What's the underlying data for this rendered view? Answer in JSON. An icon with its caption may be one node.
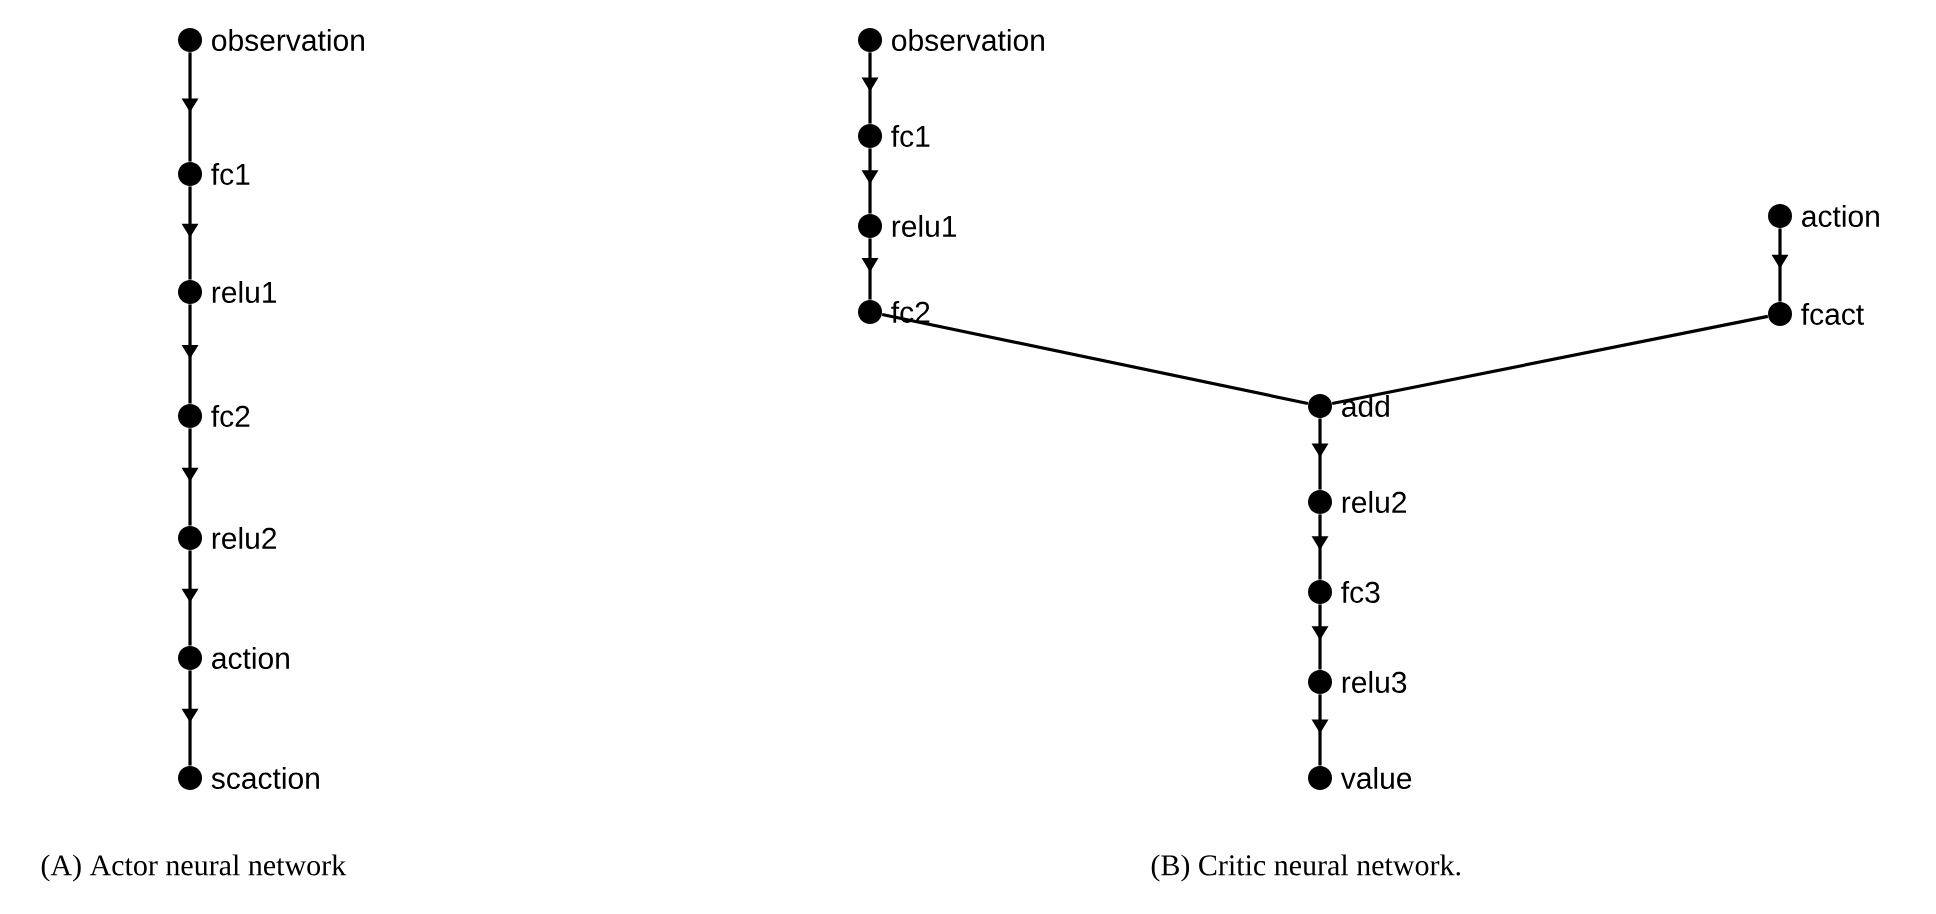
{
  "diagram": {
    "nodes": [
      {
        "text": [
          "observation"
        ]
      },
      {
        "text": [
          "fc1"
        ]
      },
      {
        "text": [
          "relu1"
        ]
      },
      {
        "text": [
          "fc2"
        ]
      },
      {
        "text": [
          "relu2"
        ]
      },
      {
        "text": [
          "action"
        ]
      },
      {
        "text": [
          "scaction"
        ]
      },
      {
        "text": [
          "observation"
        ]
      },
      {
        "text": [
          "fc1"
        ]
      },
      {
        "text": [
          "relu1"
        ]
      },
      {
        "text": [
          "fc2"
        ]
      },
      {
        "text": [
          "action"
        ]
      },
      {
        "text": [
          "fcact"
        ]
      },
      {
        "text": [
          "add"
        ]
      },
      {
        "text": [
          "relu2"
        ]
      },
      {
        "text": [
          "fc3"
        ]
      },
      {
        "text": [
          "relu3"
        ]
      },
      {
        "text": [
          "value"
        ]
      }
    ],
    "edges": [
      {
        "from": 0,
        "to": 1,
        "arrow": "to"
      },
      {
        "from": 1,
        "to": 2,
        "arrow": "to"
      },
      {
        "from": 2,
        "to": 3,
        "arrow": "to"
      },
      {
        "from": 3,
        "to": 4,
        "arrow": "to"
      },
      {
        "from": 4,
        "to": 5,
        "arrow": "to"
      },
      {
        "from": 5,
        "to": 6,
        "arrow": "to"
      },
      {
        "from": 7,
        "to": 8,
        "arrow": "to"
      },
      {
        "from": 8,
        "to": 9,
        "arrow": "to"
      },
      {
        "from": 9,
        "to": 10,
        "arrow": "to"
      },
      {
        "from": 11,
        "to": 12,
        "arrow": "to"
      },
      {
        "from": 10,
        "to": 13,
        "arrow": "none"
      },
      {
        "from": 12,
        "to": 13,
        "arrow": "none"
      },
      {
        "from": 13,
        "to": 14,
        "arrow": "to"
      },
      {
        "from": 14,
        "to": 15,
        "arrow": "to"
      },
      {
        "from": 15,
        "to": 16,
        "arrow": "to"
      },
      {
        "from": 16,
        "to": 17,
        "arrow": "to"
      }
    ],
    "labels": [
      "(A) Actor neural network",
      "(B) Critic neural network."
    ]
  }
}
